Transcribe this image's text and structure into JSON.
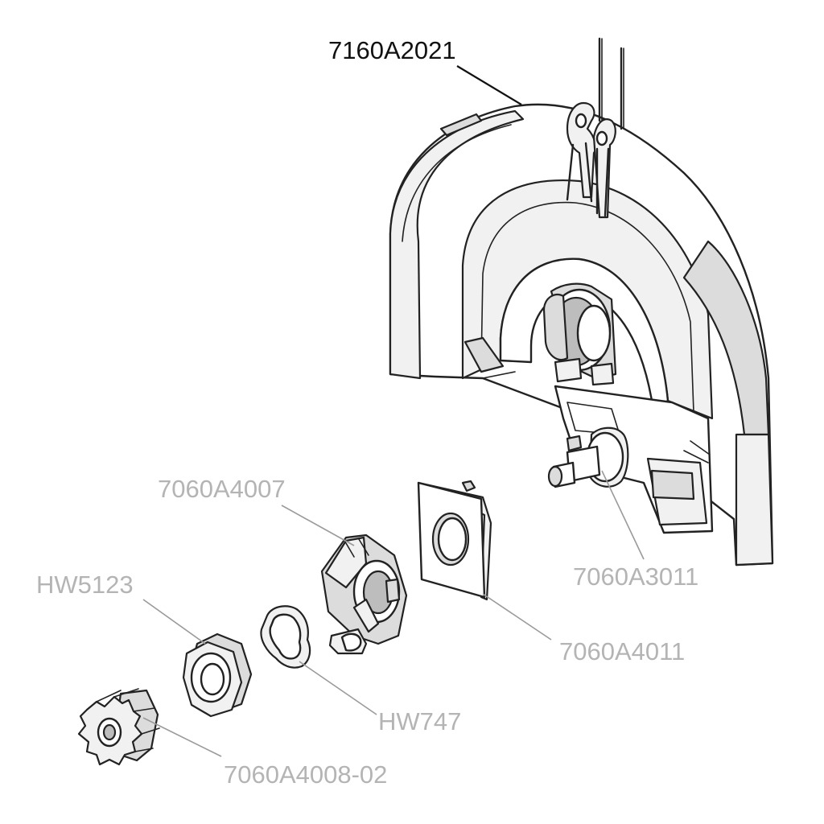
{
  "diagram": {
    "parts": [
      {
        "id": "housing",
        "number": "7160A2021"
      },
      {
        "id": "axle_insert",
        "number": "7060A3011"
      },
      {
        "id": "clutch_adapter",
        "number": "7060A4007"
      },
      {
        "id": "end_plate",
        "number": "7060A4011"
      },
      {
        "id": "hex_nut",
        "number": "HW5123"
      },
      {
        "id": "wave_washer",
        "number": "HW747"
      },
      {
        "id": "drive_gear",
        "number": "7060A4008-02"
      }
    ]
  }
}
